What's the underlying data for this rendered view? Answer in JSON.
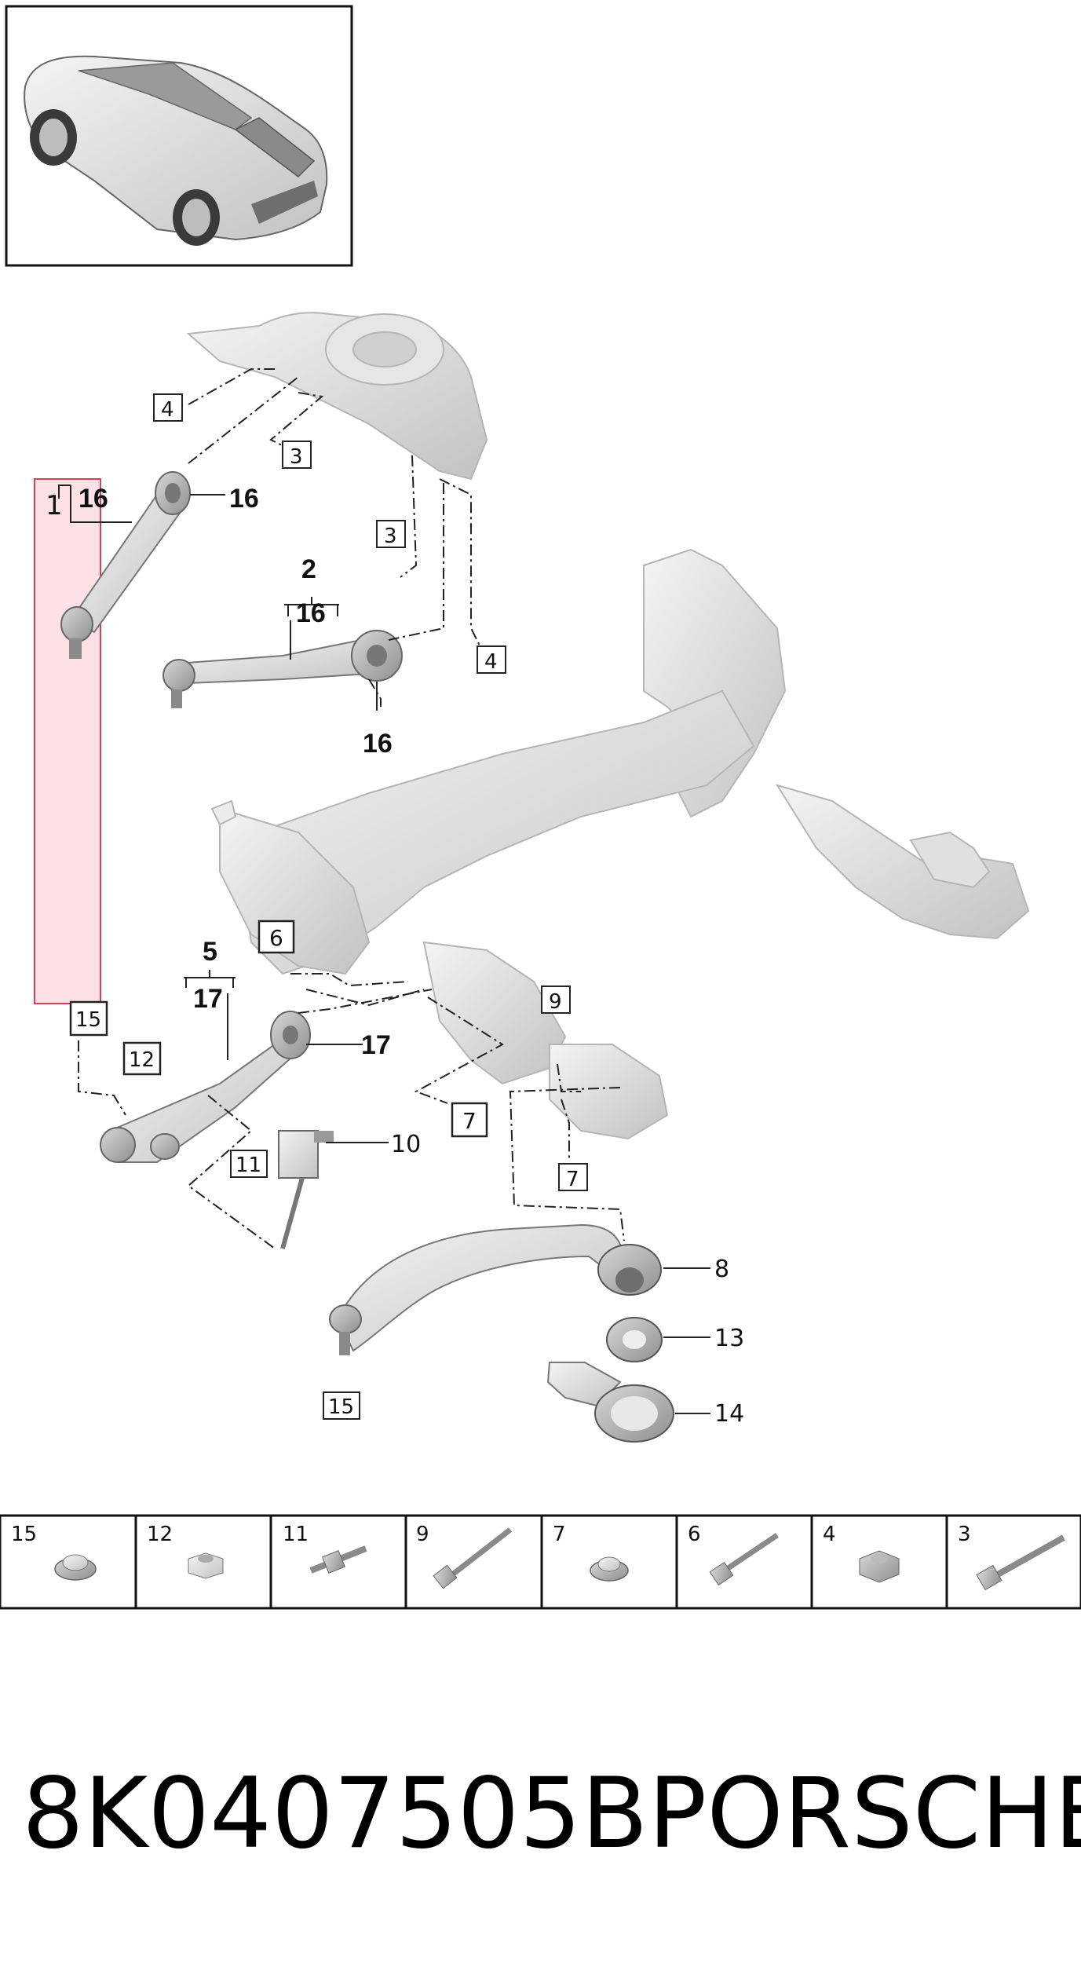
{
  "callouts": {
    "item1": "1",
    "item16_a": "16",
    "item16_b": "16",
    "item2": "2",
    "item16_c": "16",
    "item16_d": "16",
    "item5": "5",
    "item17_a": "17",
    "item17_b": "17",
    "box4_top": "4",
    "box3_top": "3",
    "box3_mid": "3",
    "box4_mid": "4",
    "box6": "6",
    "box9": "9",
    "box15_left": "15",
    "box12": "12",
    "box7_a": "7",
    "box11": "11",
    "item10": "10",
    "box7_b": "7",
    "item8": "8",
    "item13": "13",
    "item14": "14",
    "box15_bottom": "15"
  },
  "fastener_strip": [
    {
      "number": "15",
      "icon": "flange-nut-icon"
    },
    {
      "number": "12",
      "icon": "nut-icon"
    },
    {
      "number": "11",
      "icon": "stud-bolt-icon"
    },
    {
      "number": "9",
      "icon": "long-bolt-icon"
    },
    {
      "number": "7",
      "icon": "flange-nut-icon"
    },
    {
      "number": "6",
      "icon": "bolt-icon"
    },
    {
      "number": "4",
      "icon": "hex-nut-icon"
    },
    {
      "number": "3",
      "icon": "long-bolt-icon"
    }
  ],
  "footer": {
    "part_number": "8K0407505B",
    "brand": "PORSCHE"
  },
  "colors": {
    "highlight_fill": "#fde0e6",
    "highlight_stroke": "#d9374d",
    "part_gray": "#c9c9c9",
    "line": "#222222"
  }
}
